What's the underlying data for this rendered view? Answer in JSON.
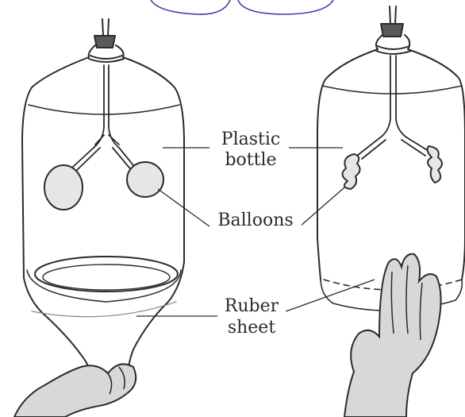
{
  "labels": {
    "plastic_bottle_line1": "Plastic",
    "plastic_bottle_line2": "bottle",
    "balloons": "Balloons",
    "rubber_sheet_line1": "Ruber",
    "rubber_sheet_line2": "sheet"
  },
  "colors": {
    "outline": "#2b2b2b",
    "glass": "#ffffff",
    "water_shadow": "#d9d9d9",
    "balloon_fill": "#e6e6e6",
    "hand_fill": "#d8d8d8",
    "callout_frame": "#3a3fa8"
  }
}
